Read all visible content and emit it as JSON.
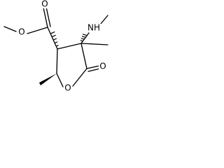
{
  "molecule": {
    "atom_labels": {
      "ester_carbonyl_o": "O",
      "ester_ether_o": "O",
      "amine_nh": "NH",
      "ring_o": "O",
      "lactone_carbonyl_o": "O"
    },
    "colors": {
      "bond": "#000000",
      "text": "#000000",
      "background": "#ffffff"
    }
  }
}
